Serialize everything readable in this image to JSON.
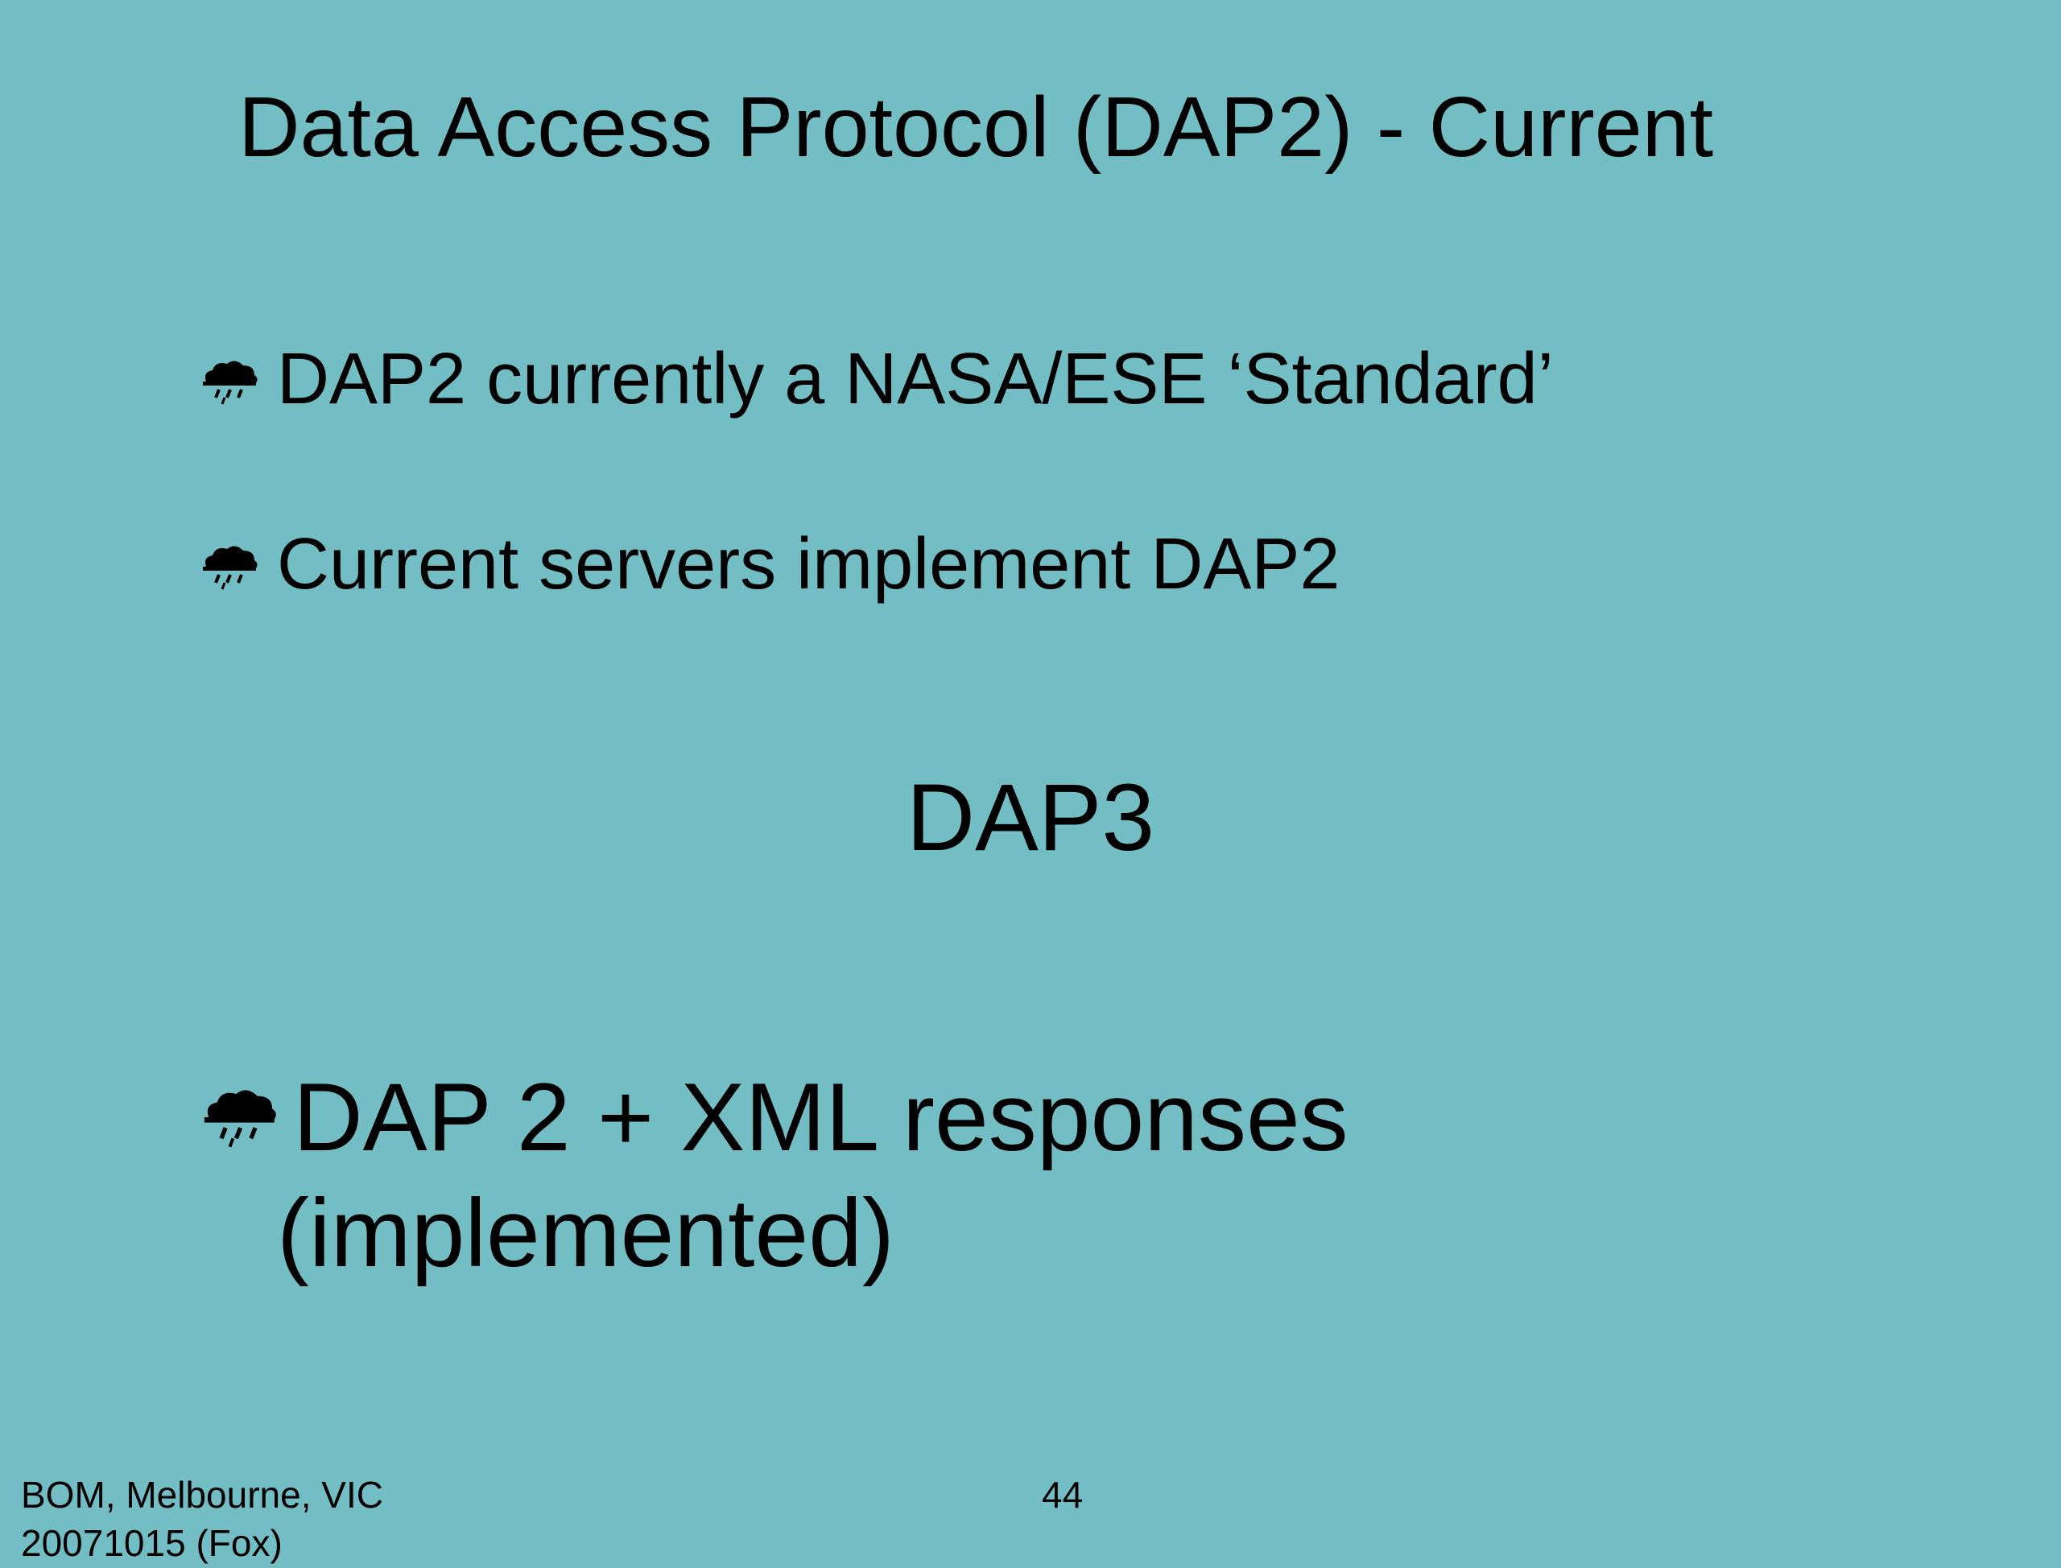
{
  "slide": {
    "title": "Data Access Protocol (DAP2) - Current",
    "bullets": [
      {
        "text": "DAP2 currently a NASA/ESE ‘Standard’",
        "icon": "rain-cloud-icon"
      },
      {
        "text": "Current servers implement DAP2",
        "icon": "rain-cloud-icon"
      }
    ],
    "subheading": "DAP3",
    "major_bullet": {
      "line1": "DAP 2 + XML responses",
      "line2": "(implemented)",
      "icon": "rain-cloud-icon"
    },
    "footer": {
      "left_line1": "BOM, Melbourne, VIC",
      "left_line2": "20071015 (Fox)",
      "page_number": "44"
    }
  }
}
